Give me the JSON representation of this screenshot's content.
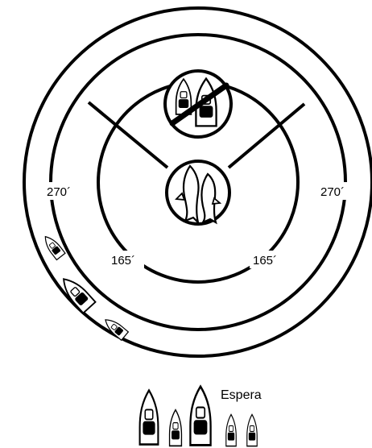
{
  "diagram": {
    "outer_ring_labels": {
      "left": "270´",
      "right": "270´"
    },
    "inner_ring_labels": {
      "left": "165´",
      "right": "165´"
    },
    "zones": {
      "no_boats": {
        "icon": "no-boats-icon"
      },
      "whales": {
        "icon": "whales-icon"
      }
    },
    "legend": {
      "label": "Espera",
      "icon": "waiting-boats-icon"
    },
    "colors": {
      "stroke": "#000000",
      "fill": "#ffffff"
    }
  }
}
